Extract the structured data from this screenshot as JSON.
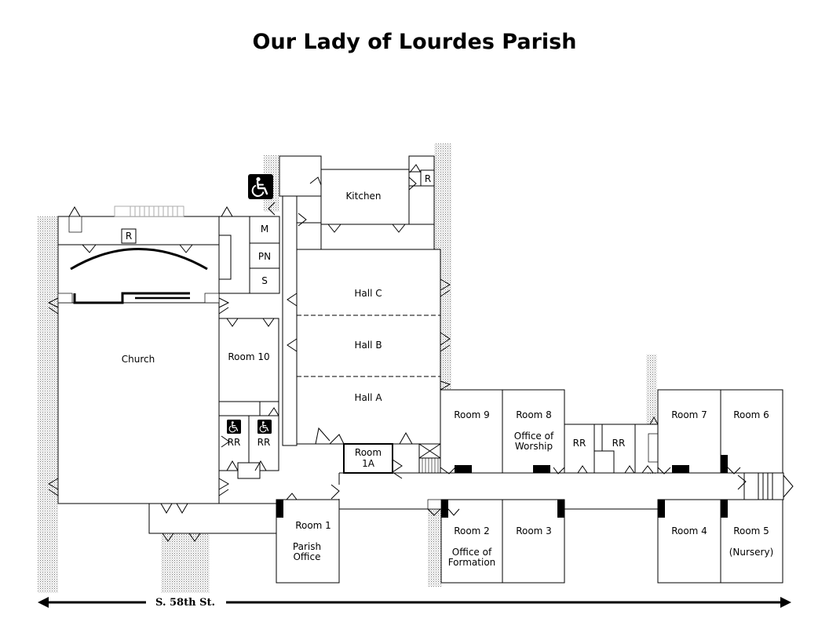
{
  "title": "Our Lady of Lourdes Parish",
  "street": "S. 58th St.",
  "rooms": {
    "kitchen": "Kitchen",
    "church": "Church",
    "hall_c": "Hall C",
    "hall_b": "Hall B",
    "hall_a": "Hall A",
    "room_10": "Room 10",
    "room_9": "Room 9",
    "room_8": "Room 8",
    "room_8_sub_1": "Office of",
    "room_8_sub_2": "Worship",
    "room_7": "Room 7",
    "room_6": "Room 6",
    "room_1a_1": "Room",
    "room_1a_2": "1A",
    "room_1": "Room 1",
    "room_1_sub_1": "Parish",
    "room_1_sub_2": "Office",
    "room_2": "Room 2",
    "room_2_sub_1": "Office of",
    "room_2_sub_2": "Formation",
    "room_3": "Room 3",
    "room_4": "Room 4",
    "room_5": "Room 5",
    "room_5_sub": "(Nursery)",
    "mech": "M",
    "pn": "PN",
    "s": "S",
    "r_church": "R",
    "r_kitchen": "R",
    "rr_left_1": "RR",
    "rr_left_2": "RR",
    "rr_right_1": "RR",
    "rr_right_2": "RR"
  },
  "icons": {
    "accessible_entrance": "wheelchair-icon",
    "accessible_restroom": "wheelchair-icon"
  },
  "colors": {
    "line": "#000000",
    "background": "#ffffff",
    "stipple": "#8a8a8a"
  }
}
